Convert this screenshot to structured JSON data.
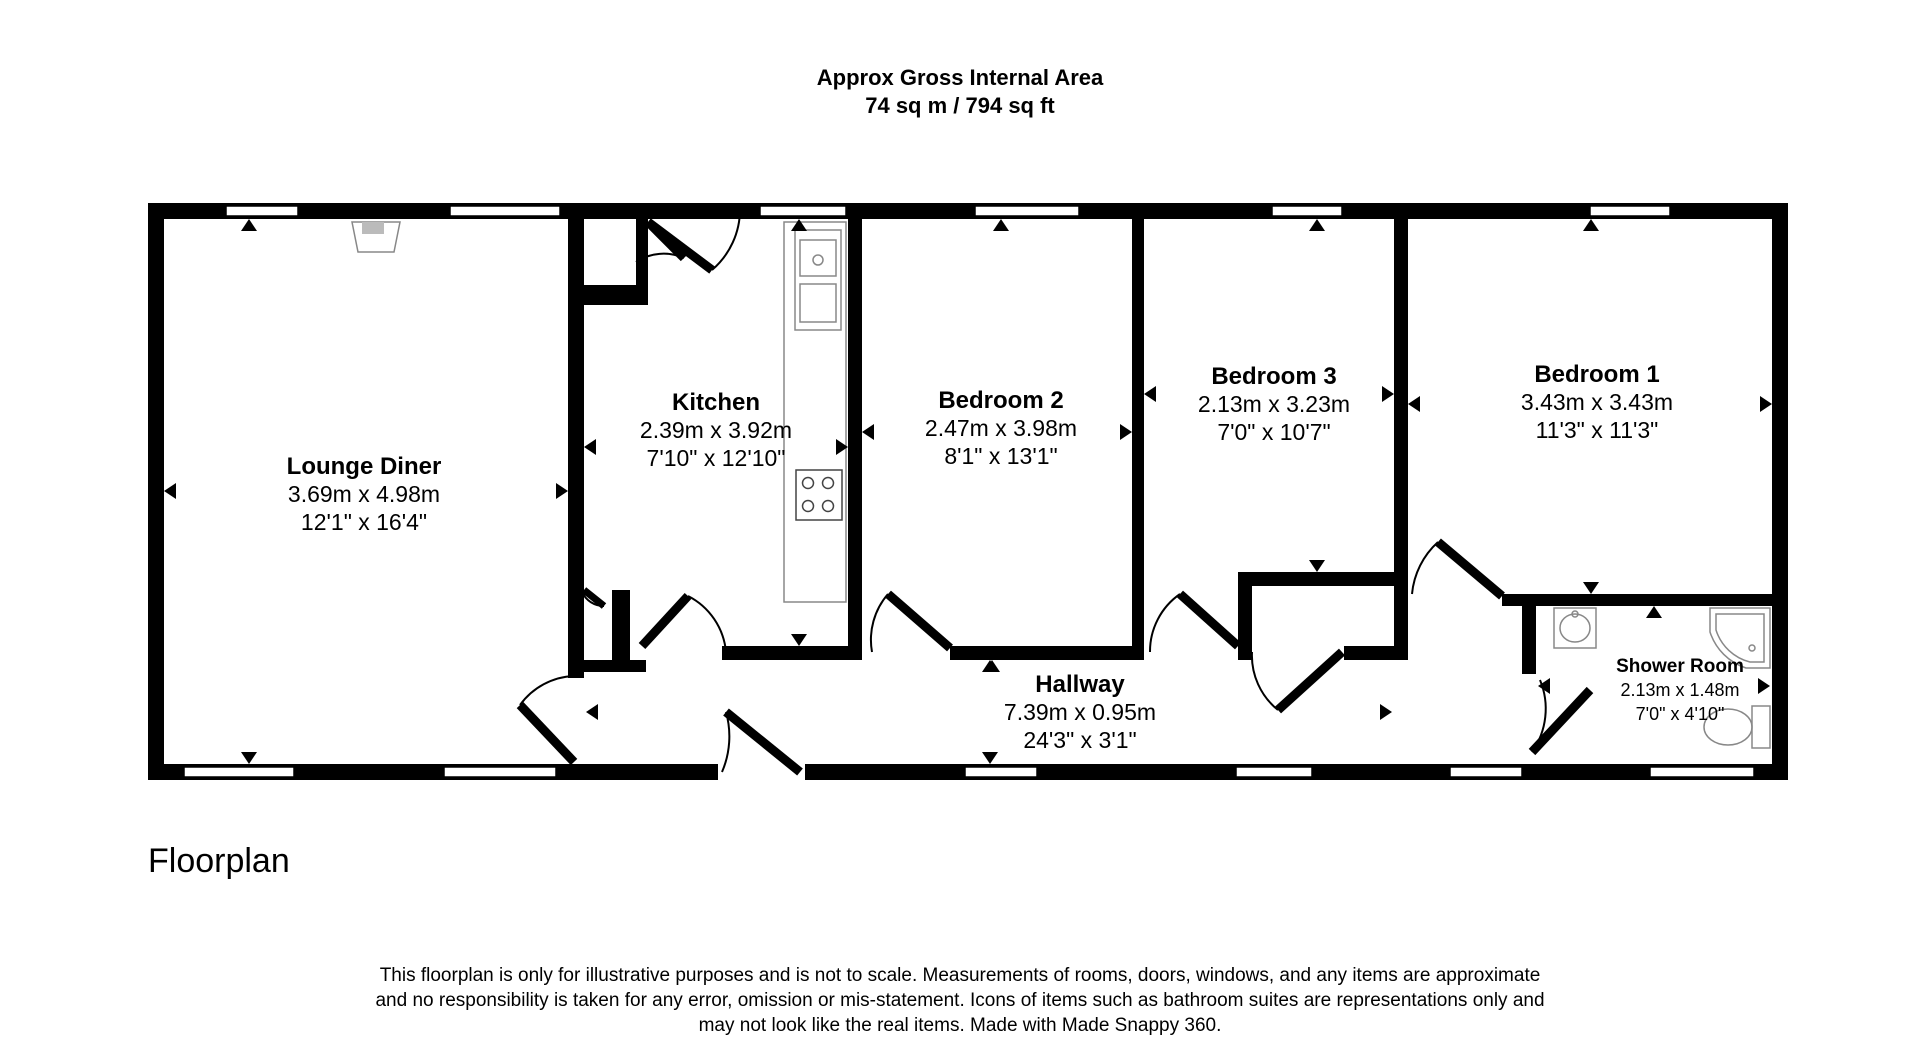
{
  "header": {
    "line1": "Approx Gross Internal Area",
    "line2": "74 sq m / 794 sq ft"
  },
  "rooms": [
    {
      "id": "lounge",
      "name": "Lounge Diner",
      "metric": "3.69m x 4.98m",
      "imperial": "12'1\" x 16'4\""
    },
    {
      "id": "kitchen",
      "name": "Kitchen",
      "metric": "2.39m x 3.92m",
      "imperial": "7'10\" x 12'10\""
    },
    {
      "id": "bedroom2",
      "name": "Bedroom 2",
      "metric": "2.47m x 3.98m",
      "imperial": "8'1\" x 13'1\""
    },
    {
      "id": "bedroom3",
      "name": "Bedroom 3",
      "metric": "2.13m x 3.23m",
      "imperial": "7'0\" x 10'7\""
    },
    {
      "id": "bedroom1",
      "name": "Bedroom 1",
      "metric": "3.43m x 3.43m",
      "imperial": "11'3\" x 11'3\""
    },
    {
      "id": "hallway",
      "name": "Hallway",
      "metric": "7.39m x 0.95m",
      "imperial": "24'3\" x 3'1\""
    },
    {
      "id": "shower",
      "name": "Shower Room",
      "metric": "2.13m x 1.48m",
      "imperial": "7'0\" x 4'10\""
    }
  ],
  "floor_label": "Floorplan",
  "disclaimer": [
    "This floorplan is only for illustrative purposes and is not to scale. Measurements of rooms, doors, windows, and any items are approximate",
    "and no responsibility is taken for any error, omission or mis-statement. Icons of items such as bathroom suites are representations only and",
    "may not look like the real items. Made with Made Snappy 360."
  ]
}
